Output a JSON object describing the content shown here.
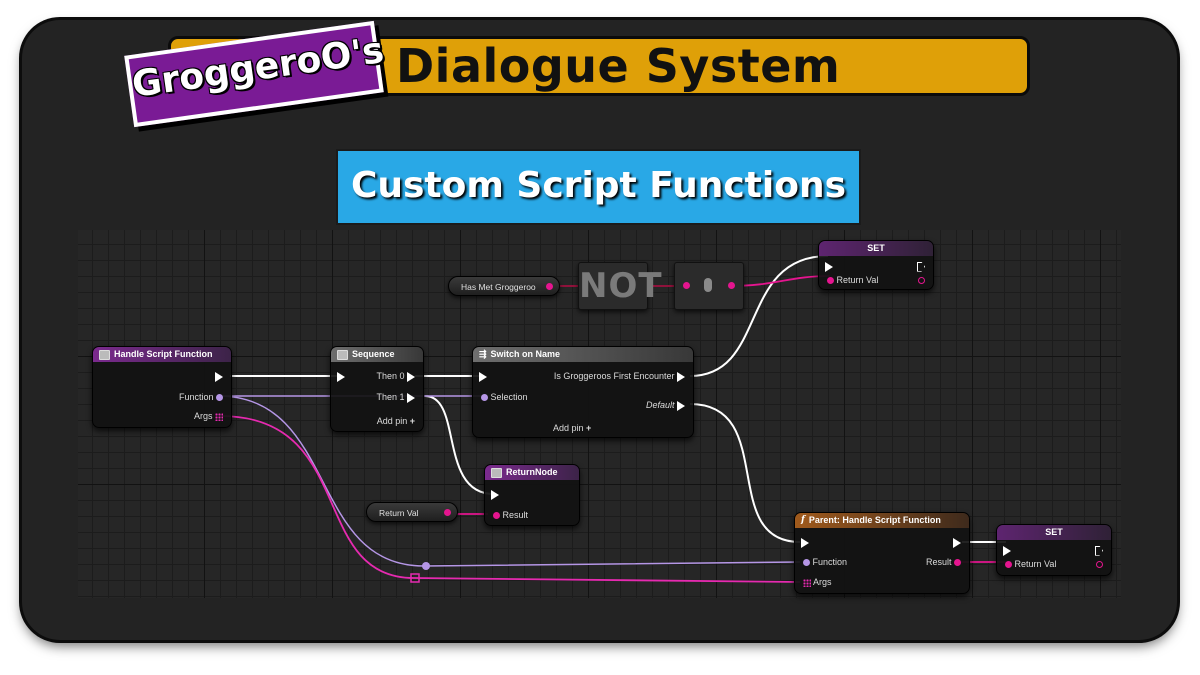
{
  "header": {
    "badge_text": "GroggeroO's",
    "title": "Dialogue System",
    "subtitle": "Custom Script Functions"
  },
  "colors": {
    "title_bar": "#dfa008",
    "badge": "#7a1b95",
    "subtitle_box": "#29a8e6",
    "exec_wire": "#ffffff",
    "bool_pin": "#e5158f",
    "name_pin": "#b596e6",
    "array_pin": "#e62ab0"
  },
  "graph": {
    "handle_node": {
      "title": "Handle Script Function",
      "function_label": "Function",
      "args_label": "Args",
      "icon": "function-node-icon"
    },
    "sequence_node": {
      "title": "Sequence",
      "then0": "Then 0",
      "then1": "Then 1",
      "add_pin": "Add pin",
      "icon": "sequence-icon"
    },
    "switch_node": {
      "title": "Switch on Name",
      "case1": "Is Groggeroos First Encounter",
      "selection": "Selection",
      "default": "Default",
      "add_pin": "Add pin",
      "icon": "switch-icon"
    },
    "return_node": {
      "title": "ReturnNode",
      "result": "Result",
      "icon": "return-node-icon"
    },
    "return_val_var": "Return Val",
    "has_met_var": "Has Met Groggeroo",
    "not_node": {
      "label": "NOT"
    },
    "set_node_top": {
      "title": "SET",
      "pin_label": "Return Val"
    },
    "parent_node": {
      "title": "Parent: Handle Script Function",
      "function_label": "Function",
      "args_label": "Args",
      "result_label": "Result",
      "icon": "function-f-icon"
    },
    "set_node_bottom": {
      "title": "SET",
      "pin_label": "Return Val"
    }
  }
}
